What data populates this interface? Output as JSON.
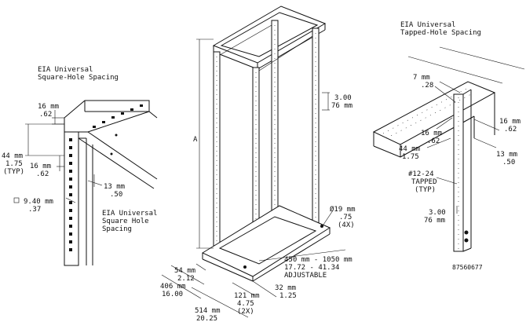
{
  "left_detail": {
    "title_line1": "EIA Universal",
    "title_line2": "Square-Hole Spacing",
    "dim_top_mm": "16 mm",
    "dim_top_in": ".62",
    "dim_pitch_mm": "44 mm",
    "dim_pitch_in": "1.75",
    "dim_pitch_typ": "(TYP)",
    "dim_mid_mm": "16 mm",
    "dim_mid_in": ".62",
    "dim_13_mm": "13 mm",
    "dim_13_in": ".50",
    "dim_sq_mm": "9.40 mm",
    "dim_sq_in": ".37",
    "bottom_line1": "EIA Universal",
    "bottom_line2": "Square Hole",
    "bottom_line3": "Spacing"
  },
  "center": {
    "dim_height_label": "A",
    "dim_300_in": "3.00",
    "dim_300_mm": "76 mm",
    "dim_hole_mm": "Ø19 mm",
    "dim_hole_in": ".75",
    "dim_hole_qty": "(4X)",
    "dim_depth_mm": "450 mm - 1050 mm",
    "dim_depth_in": "17.72 - 41.34",
    "dim_depth_note": "ADJUSTABLE",
    "dim_54_mm": "54 mm",
    "dim_54_in": "2.12",
    "dim_406_mm": "406 mm",
    "dim_406_in": "16.00",
    "dim_121_mm": "121 mm",
    "dim_121_in": "4.75",
    "dim_121_qty": "(2X)",
    "dim_32_mm": "32 mm",
    "dim_32_in": "1.25",
    "dim_514_mm": "514 mm",
    "dim_514_in": "20.25"
  },
  "right_detail": {
    "title_line1": "EIA Universal",
    "title_line2": "Tapped-Hole Spacing",
    "dim_7_mm": "7 mm",
    "dim_7_in": ".28",
    "dim_16a_mm": "16 mm",
    "dim_16a_in": ".62",
    "dim_44_mm": "44 mm",
    "dim_44_in": "1.75",
    "dim_16b_mm": "16 mm",
    "dim_16b_in": ".62",
    "dim_13_mm": "13 mm",
    "dim_13_in": ".50",
    "tap_line1": "#12-24",
    "tap_line2": "TAPPED",
    "tap_line3": "(TYP)",
    "dim_300_in": "3.00",
    "dim_300_mm": "76 mm",
    "part_number": "87560677"
  }
}
